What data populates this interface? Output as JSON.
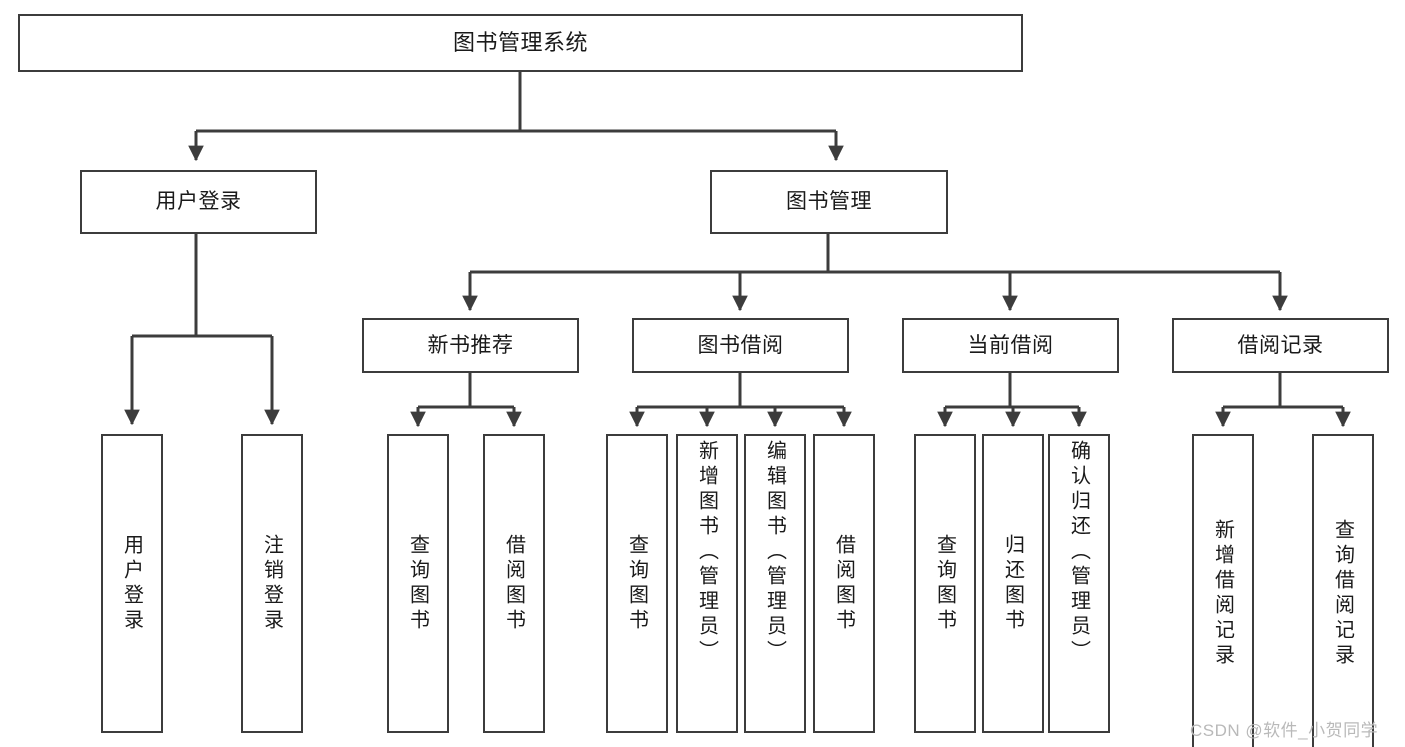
{
  "diagram": {
    "title": "图书管理系统",
    "type": "tree-hierarchy-chart",
    "root": {
      "label": "图书管理系统"
    },
    "level2": [
      {
        "label": "用户登录"
      },
      {
        "label": "图书管理"
      }
    ],
    "level3": [
      {
        "label": "新书推荐"
      },
      {
        "label": "图书借阅"
      },
      {
        "label": "当前借阅"
      },
      {
        "label": "借阅记录"
      }
    ],
    "leaves": {
      "user_login": [
        {
          "label": "用户登录"
        },
        {
          "label": "注销登录"
        }
      ],
      "new_book_recommend": [
        {
          "label": "查询图书"
        },
        {
          "label": "借阅图书"
        }
      ],
      "book_borrow": [
        {
          "label": "查询图书"
        },
        {
          "label": "新增图书（管理员）"
        },
        {
          "label": "编辑图书（管理员）"
        },
        {
          "label": "借阅图书"
        }
      ],
      "current_borrow": [
        {
          "label": "查询图书"
        },
        {
          "label": "归还图书"
        },
        {
          "label": "确认归还（管理员）"
        }
      ],
      "borrow_records": [
        {
          "label": "新增借阅记录"
        },
        {
          "label": "查询借阅记录"
        }
      ]
    }
  },
  "watermark": {
    "text": "CSDN @软件_小贺同学"
  },
  "colors": {
    "stroke": "#3c3c3c",
    "background": "#ffffff",
    "text": "#1a1a1a",
    "watermark": "#b9b9b9"
  }
}
